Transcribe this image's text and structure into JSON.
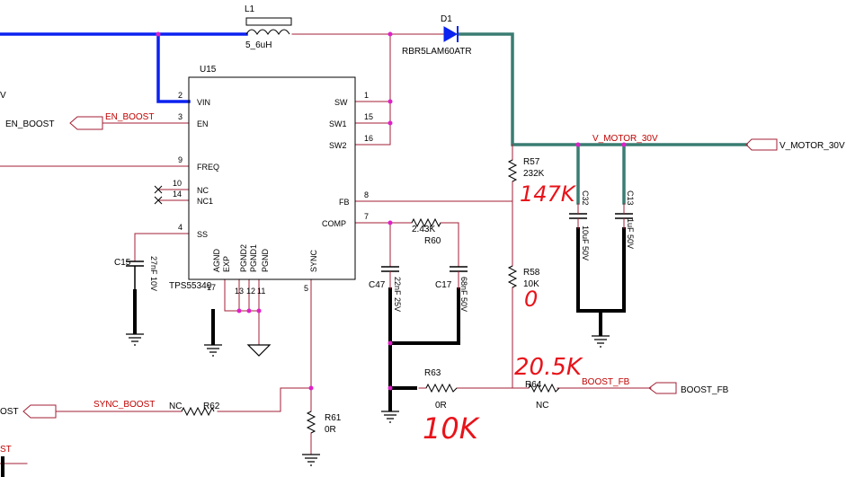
{
  "colors": {
    "wire": "#a31f34",
    "bus_blue": "#0b22f0",
    "bus_teal": "#3a7d72",
    "ground": "#000000",
    "junction": "#e020c8",
    "ink": "#000000",
    "net_label": "#c00000",
    "handwriting": "#e8131a"
  },
  "ic": {
    "ref": "U15",
    "part": "TPS55340",
    "pins_left": [
      {
        "num": "2",
        "name": "VIN"
      },
      {
        "num": "3",
        "name": "EN"
      },
      {
        "num": "9",
        "name": "FREQ"
      },
      {
        "num": "10",
        "name": "NC"
      },
      {
        "num": "14",
        "name": "NC1"
      },
      {
        "num": "4",
        "name": "SS"
      }
    ],
    "pins_right": [
      {
        "num": "1",
        "name": "SW"
      },
      {
        "num": "15",
        "name": "SW1"
      },
      {
        "num": "16",
        "name": "SW2"
      },
      {
        "num": "8",
        "name": "FB"
      },
      {
        "num": "7",
        "name": "COMP"
      }
    ],
    "pins_bottom": [
      {
        "num": "17",
        "name": "AGND"
      },
      {
        "num": "",
        "name": "EXP"
      },
      {
        "num": "13",
        "name": "PGND2"
      },
      {
        "num": "12",
        "name": "PGND1"
      },
      {
        "num": "11",
        "name": "PGND"
      },
      {
        "num": "5",
        "name": "SYNC"
      }
    ]
  },
  "components": {
    "L1": {
      "ref": "L1",
      "value": "5_6uH"
    },
    "D1": {
      "ref": "D1",
      "value": "RBR5LAM60ATR"
    },
    "R57": {
      "ref": "R57",
      "value": "232K"
    },
    "R58": {
      "ref": "R58",
      "value": "10K"
    },
    "R60": {
      "ref": "R60",
      "value": "2.43K"
    },
    "R61": {
      "ref": "R61",
      "value": "0R"
    },
    "R62": {
      "ref": "R62",
      "value": "NC"
    },
    "R63": {
      "ref": "R63",
      "value": "0R"
    },
    "R64": {
      "ref": "R64",
      "value": "NC"
    },
    "C13": {
      "ref": "C13",
      "value": "1uF 50V"
    },
    "C15": {
      "ref": "C15",
      "value": "27nF 10V"
    },
    "C17": {
      "ref": "C17",
      "value": "68nF 50V"
    },
    "C32": {
      "ref": "C32",
      "value": "10uF 50V"
    },
    "C47": {
      "ref": "C47",
      "value": "22nF 25V"
    }
  },
  "nets": {
    "en_boost_port": "EN_BOOST",
    "en_boost_label": "EN_BOOST",
    "v_motor_label": "V_MOTOR_30V",
    "v_motor_port": "V_MOTOR_30V",
    "sync_boost_label": "SYNC_BOOST",
    "sync_boost_port_fragment": "OST",
    "boost_fb_label": "BOOST_FB",
    "boost_fb_port": "BOOST_FB",
    "left_fragment_1": "V",
    "left_fragment_2": "ST"
  },
  "annotations": {
    "r57_new": "147K",
    "r58_new": "0",
    "r64_new": "20.5K",
    "r63_new": "10K"
  }
}
